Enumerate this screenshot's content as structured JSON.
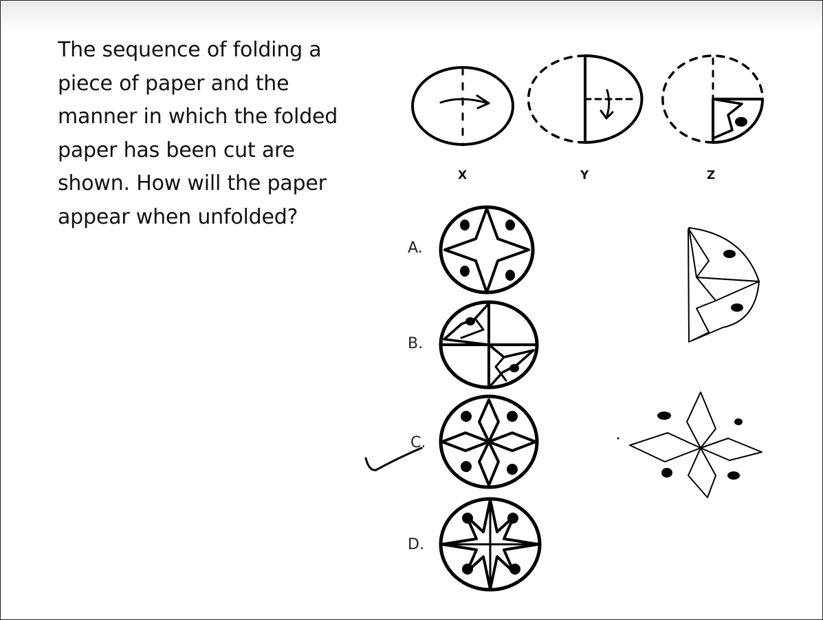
{
  "question": {
    "lines": [
      "The sequence of folding a",
      "piece of paper and the",
      "manner in which the folded",
      "paper has been cut are",
      "shown. How will the paper",
      "appear when unfolded?"
    ]
  },
  "folding_steps": {
    "labels": [
      "X",
      "Y",
      "Z"
    ]
  },
  "options": {
    "labels": [
      "A.",
      "B.",
      "C.",
      "D."
    ]
  },
  "annotations": {
    "checked_option": "C."
  }
}
